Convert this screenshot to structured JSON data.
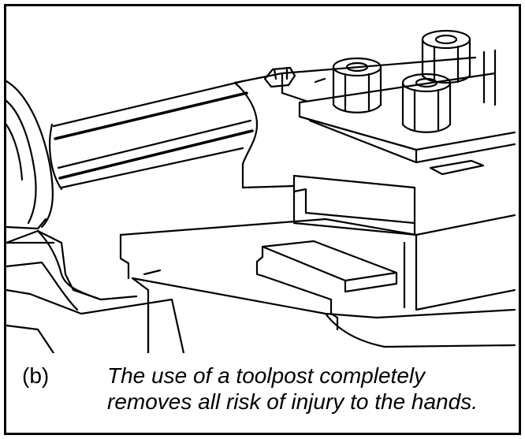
{
  "figure": {
    "label": "(b)",
    "caption_line1": "The use of a toolpost completely",
    "caption_line2": "removes all risk of injury to the hands.",
    "line_color": "#000000",
    "paper_color": "#ffffff"
  }
}
